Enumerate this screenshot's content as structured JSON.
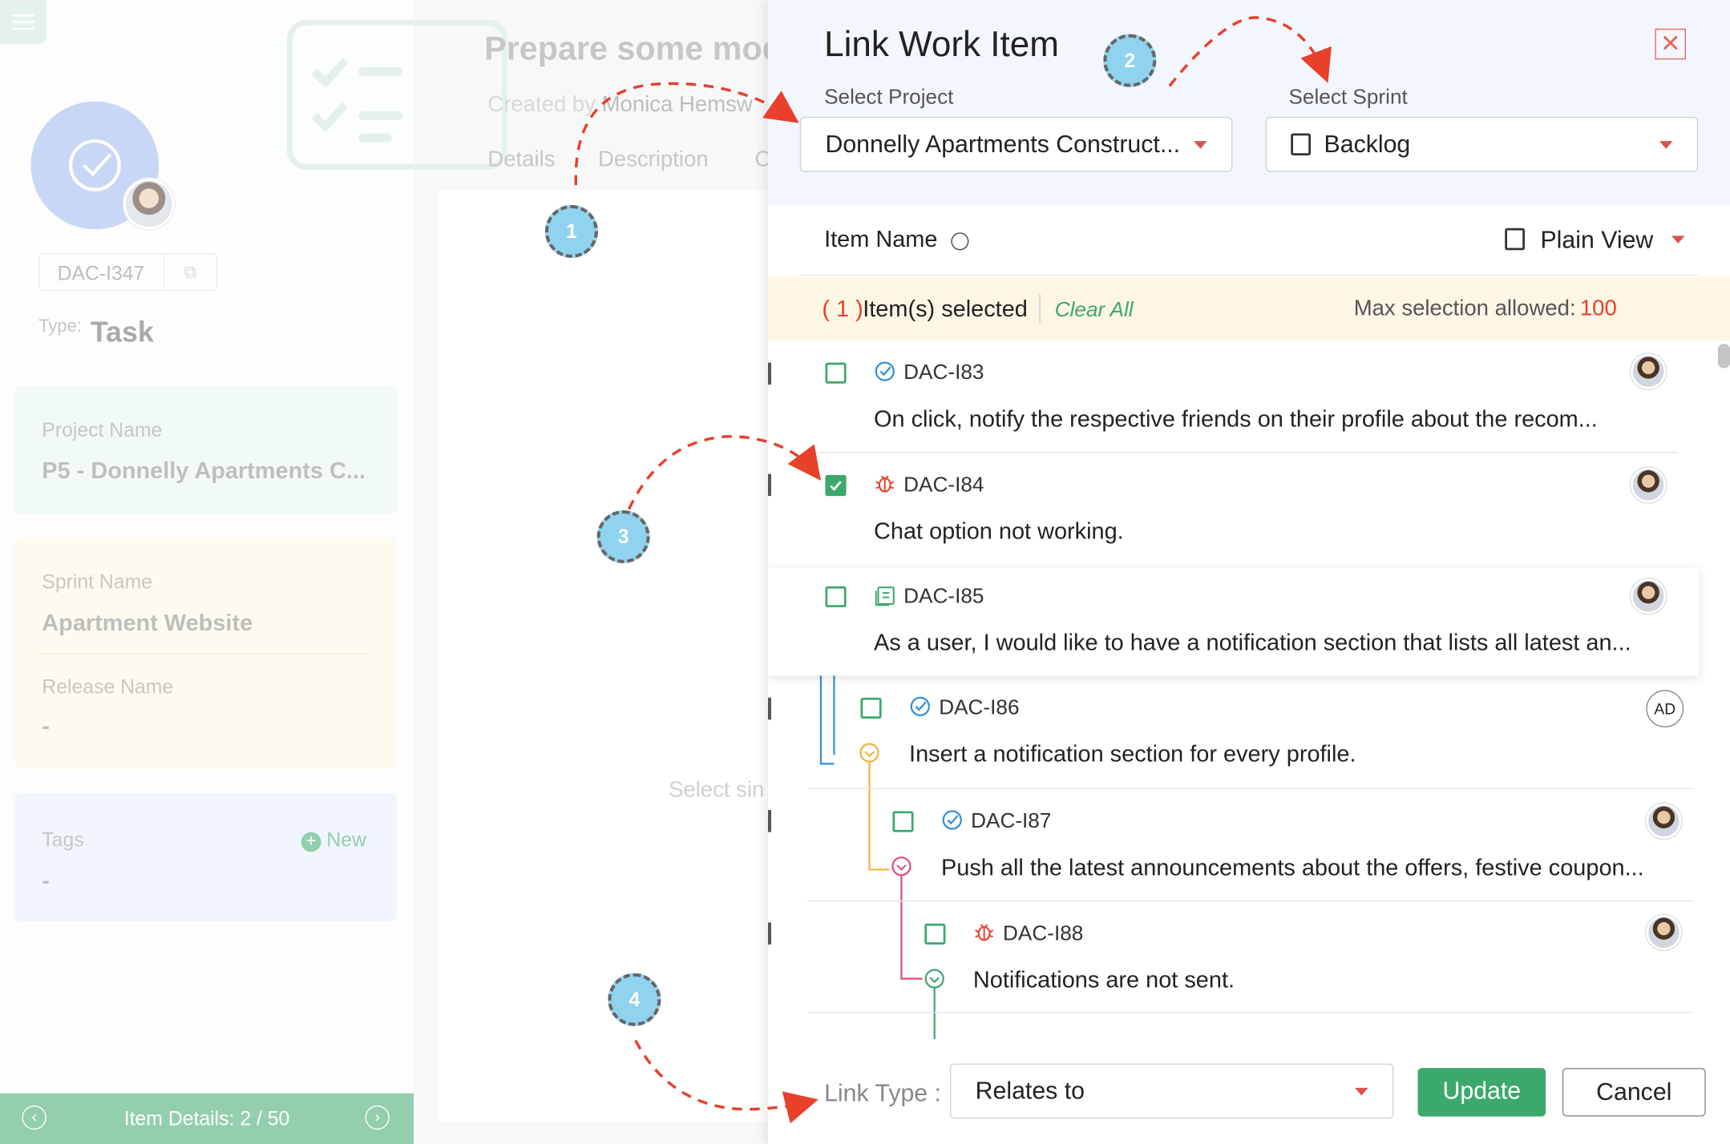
{
  "background": {
    "item_id": "DAC-I347",
    "type_label": "Type:",
    "type_value": "Task",
    "project_label": "Project Name",
    "project_value": "P5 - Donnelly Apartments C...",
    "sprint_label": "Sprint Name",
    "sprint_value": "Apartment Website",
    "release_label": "Release Name",
    "release_value": "-",
    "tags_label": "Tags",
    "tags_new": "New",
    "tags_value": "-",
    "footer": "Item Details:  2 / 50",
    "title": "Prepare some mod",
    "created_by": "Created by",
    "creator": "Monica Hemsw",
    "tab_details": "Details",
    "tab_description": "Description",
    "tab_c": "C",
    "select_hint": "Select sin"
  },
  "modal": {
    "title": "Link Work Item",
    "select_project_label": "Select Project",
    "project_value": "Donnelly Apartments Construct...",
    "select_sprint_label": "Select Sprint",
    "sprint_value": "Backlog",
    "item_name_header": "Item Name",
    "view_value": "Plain View",
    "selected_count": "( 1 )",
    "selected_text": "Item(s) selected",
    "clear_all": "Clear All",
    "max_label": "Max selection allowed:",
    "max_value": "100",
    "items": [
      {
        "id": "DAC-I83",
        "title": "On click, notify the respective friends on their profile about the recom...",
        "type": "task",
        "checked": false
      },
      {
        "id": "DAC-I84",
        "title": "Chat option not working.",
        "type": "bug",
        "checked": true
      },
      {
        "id": "DAC-I85",
        "title": "As a user, I would like to have a notification section that lists all latest an...",
        "type": "story",
        "checked": false
      },
      {
        "id": "DAC-I86",
        "title": "Insert a notification section for every profile.",
        "type": "task",
        "checked": false,
        "avatar": "AD"
      },
      {
        "id": "DAC-I87",
        "title": "Push all the latest announcements about the offers, festive coupon...",
        "type": "task",
        "checked": false
      },
      {
        "id": "DAC-I88",
        "title": "Notifications are not sent.",
        "type": "bug",
        "checked": false
      }
    ],
    "link_type_label": "Link Type :",
    "link_type_value": "Relates to",
    "update_label": "Update",
    "cancel_label": "Cancel"
  },
  "markers": [
    "1",
    "2",
    "3",
    "4"
  ],
  "colors": {
    "accent": "#3da86b",
    "arrow": "#e8402a",
    "marker": "#8fd3ef",
    "red": "#d9534f"
  }
}
